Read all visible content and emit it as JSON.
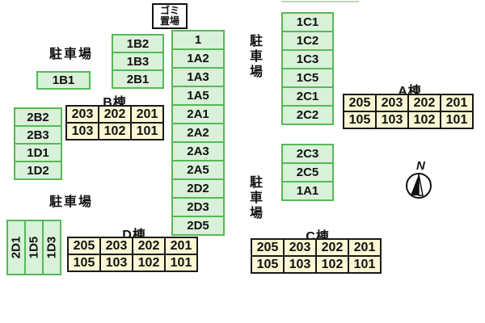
{
  "colors": {
    "parking_fill": "#d9f0d9",
    "parking_border": "#56b956",
    "building_fill": "#fbf6d3",
    "building_border": "#1a1a1a",
    "text": "#111111"
  },
  "garbage_area": {
    "line1": "ゴミ",
    "line2": "置場"
  },
  "parking_area_labels": {
    "top_left": "駐車場",
    "bottom_left": "駐車場",
    "right_upper": "駐車場",
    "right_lower": "駐車場"
  },
  "parking_spaces": {
    "single_1b1": "1B1",
    "b_column": [
      "1B2",
      "1B3",
      "2B1"
    ],
    "center_column": [
      "1",
      "1A2",
      "1A3",
      "1A5",
      "2A1",
      "2A2",
      "2A3",
      "2A5",
      "2D2",
      "2D3",
      "2D5"
    ],
    "west_column": [
      "2B2",
      "2B3",
      "1D1",
      "1D2"
    ],
    "east_upper_column": [
      "1C1",
      "1C2",
      "1C3",
      "1C5",
      "2C1",
      "2C2"
    ],
    "east_lower_column": [
      "2C3",
      "2C5",
      "1A1"
    ],
    "southwest_rotated": [
      "2D1",
      "1D5",
      "1D3"
    ]
  },
  "buildings": {
    "b": {
      "label": "B棟",
      "rows": [
        [
          "203",
          "202",
          "201"
        ],
        [
          "103",
          "102",
          "101"
        ]
      ]
    },
    "a": {
      "label": "A棟",
      "rows": [
        [
          "205",
          "203",
          "202",
          "201"
        ],
        [
          "105",
          "103",
          "102",
          "101"
        ]
      ]
    },
    "d": {
      "label": "D棟",
      "rows": [
        [
          "205",
          "203",
          "202",
          "201"
        ],
        [
          "105",
          "103",
          "102",
          "101"
        ]
      ]
    },
    "c": {
      "label": "C棟",
      "rows": [
        [
          "205",
          "203",
          "202",
          "201"
        ],
        [
          "105",
          "103",
          "102",
          "101"
        ]
      ]
    }
  },
  "compass": {
    "label": "N"
  }
}
